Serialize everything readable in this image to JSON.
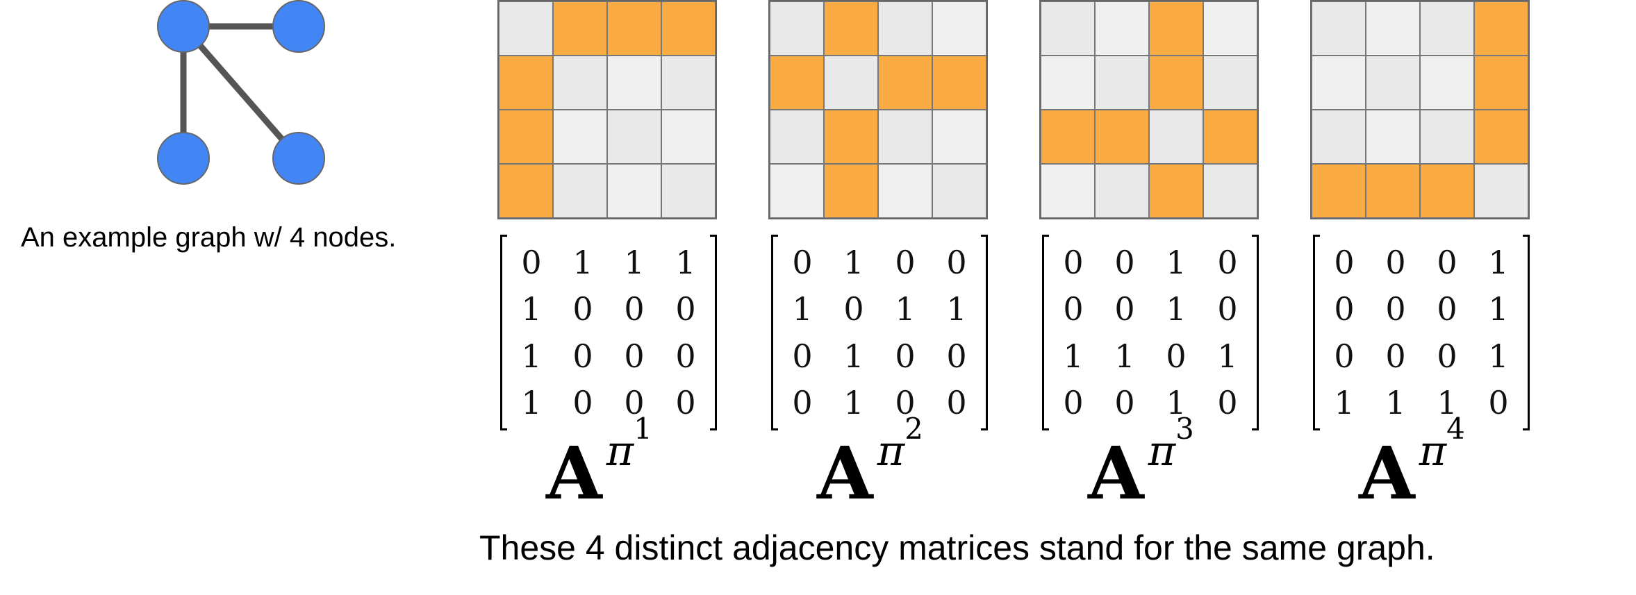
{
  "graph": {
    "caption": "An example graph w/ 4 nodes.",
    "node_color": "#4285f4",
    "edge_color": "#555555"
  },
  "cell_on_color": "#fbab43",
  "matrices": [
    {
      "symbol": "A",
      "pi": "π",
      "index": "1",
      "rows": [
        [
          "0",
          "1",
          "1",
          "1"
        ],
        [
          "1",
          "0",
          "0",
          "0"
        ],
        [
          "1",
          "0",
          "0",
          "0"
        ],
        [
          "1",
          "0",
          "0",
          "0"
        ]
      ]
    },
    {
      "symbol": "A",
      "pi": "π",
      "index": "2",
      "rows": [
        [
          "0",
          "1",
          "0",
          "0"
        ],
        [
          "1",
          "0",
          "1",
          "1"
        ],
        [
          "0",
          "1",
          "0",
          "0"
        ],
        [
          "0",
          "1",
          "0",
          "0"
        ]
      ]
    },
    {
      "symbol": "A",
      "pi": "π",
      "index": "3",
      "rows": [
        [
          "0",
          "0",
          "1",
          "0"
        ],
        [
          "0",
          "0",
          "1",
          "0"
        ],
        [
          "1",
          "1",
          "0",
          "1"
        ],
        [
          "0",
          "0",
          "1",
          "0"
        ]
      ]
    },
    {
      "symbol": "A",
      "pi": "π",
      "index": "4",
      "rows": [
        [
          "0",
          "0",
          "0",
          "1"
        ],
        [
          "0",
          "0",
          "0",
          "1"
        ],
        [
          "0",
          "0",
          "0",
          "1"
        ],
        [
          "1",
          "1",
          "1",
          "0"
        ]
      ]
    }
  ],
  "bottom_caption": "These 4 distinct adjacency matrices stand for the same graph."
}
